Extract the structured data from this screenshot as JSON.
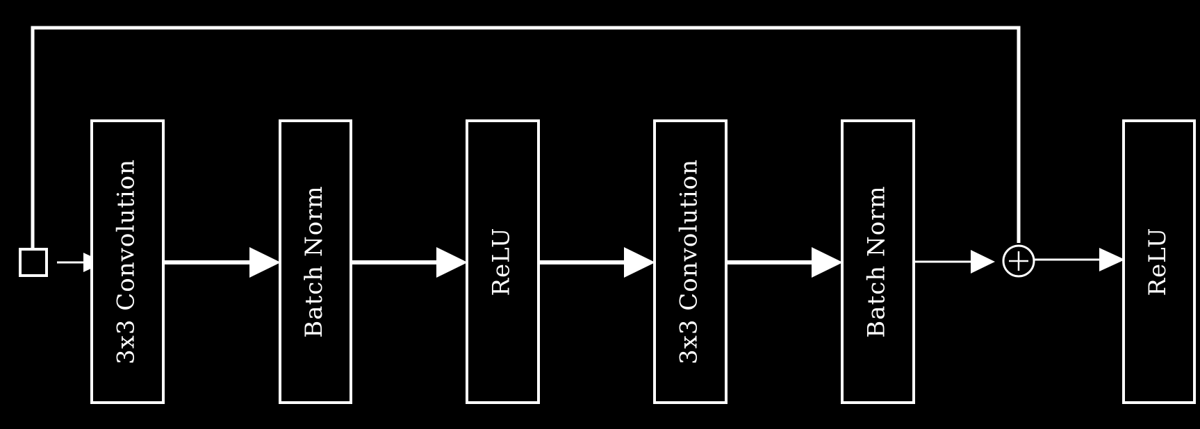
{
  "diagram": {
    "input_node": {
      "icon": "square-input-node-icon"
    },
    "blocks": [
      {
        "id": "conv1",
        "label": "3x3 Convolution"
      },
      {
        "id": "bn1",
        "label": "Batch Norm"
      },
      {
        "id": "relu1",
        "label": "ReLU"
      },
      {
        "id": "conv2",
        "label": "3x3 Convolution"
      },
      {
        "id": "bn2",
        "label": "Batch Norm"
      },
      {
        "id": "relu2",
        "label": "ReLU"
      }
    ],
    "add_node": {
      "icon": "circled-plus-icon"
    },
    "colors": {
      "background": "#000000",
      "stroke": "#ffffff",
      "text": "#ffffff"
    }
  }
}
